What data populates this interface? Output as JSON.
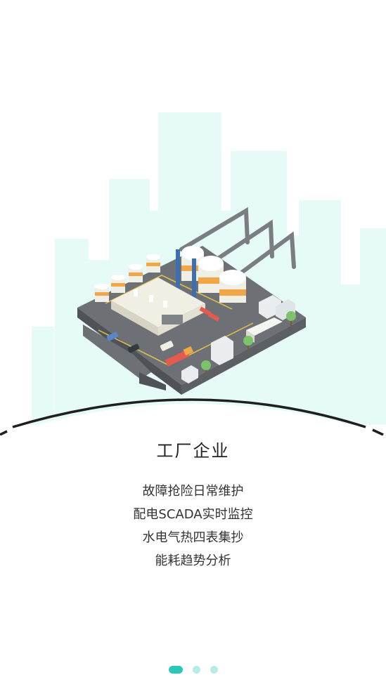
{
  "slide": {
    "title": "工厂企业",
    "features": [
      "故障抢险日常维护",
      "配电SCADA实时监控",
      "水电气热四表集抄",
      "能耗趋势分析"
    ]
  },
  "pager": {
    "count": 3,
    "active_index": 0
  },
  "colors": {
    "skyline": "#e6faf8",
    "accent": "#2bc8b9",
    "dot_inactive": "#b6ece8",
    "arc": "#1f1f1f"
  },
  "illustration": {
    "icon": "factory-illustration"
  }
}
